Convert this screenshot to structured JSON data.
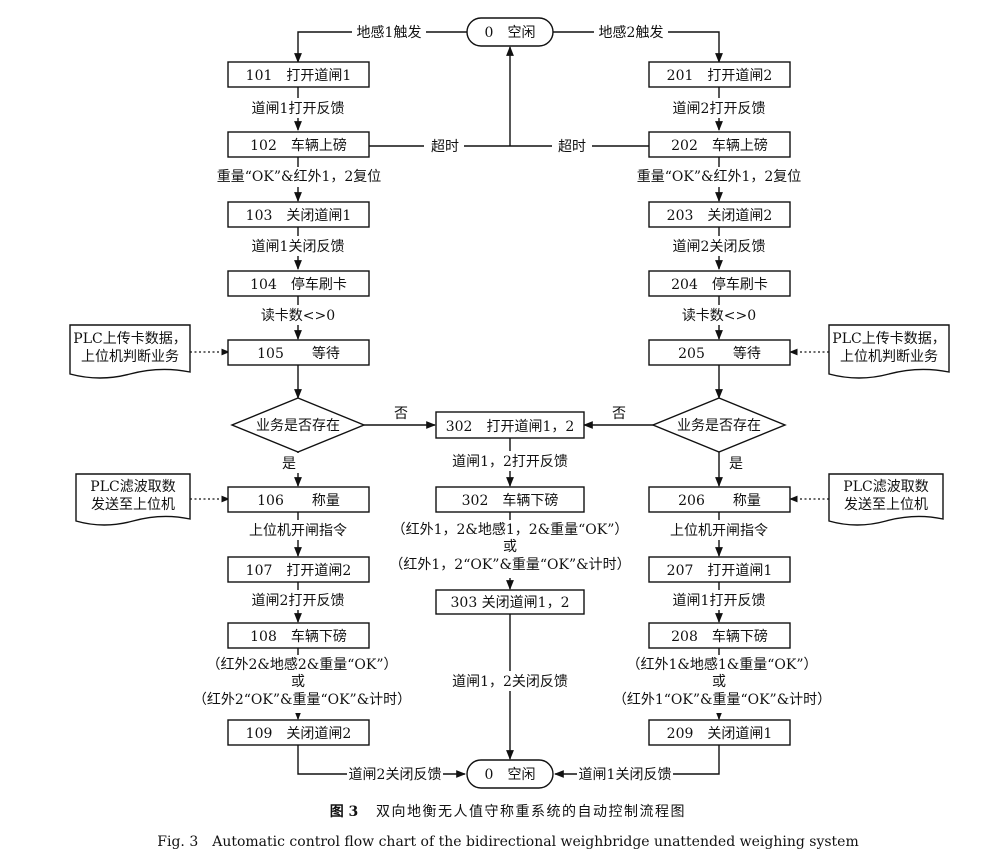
{
  "states": {
    "idle_top": "0　空闲",
    "s101": "101　打开道闸1",
    "s102": "102　车辆上磅",
    "s103": "103　关闭道闸1",
    "s104": "104　停车刷卡",
    "s105": "105　　等待",
    "s106": "106　　称量",
    "s107": "107　打开道闸2",
    "s108": "108　车辆下磅",
    "s109": "109　关闭道闸2",
    "s201": "201　打开道闸2",
    "s202": "202　车辆上磅",
    "s203": "203　关闭道闸2",
    "s204": "204　停车刷卡",
    "s205": "205　　等待",
    "s206": "206　　称量",
    "s207": "207　打开道闸1",
    "s208": "208　车辆下磅",
    "s209": "209　关闭道闸1",
    "s302a": "302　打开道闸1，2",
    "s302b": "302　车辆下磅",
    "s303": "303 关闭道闸1，2",
    "idle_bottom": "0　空闲"
  },
  "decisions": {
    "left": "业务是否存在",
    "right": "业务是否存在"
  },
  "labels": {
    "sensor1_trigger": "地感1触发",
    "sensor2_trigger": "地感2触发",
    "gate1_open_fb_left": "道闸1打开反馈",
    "gate2_open_fb_right": "道闸2打开反馈",
    "timeout_left": "超时",
    "timeout_right": "超时",
    "weight_ok_left": "重量“OK”&红外1，2复位",
    "weight_ok_right": "重量“OK”&红外1，2复位",
    "gate1_close_fb_left": "道闸1关闭反馈",
    "gate2_close_fb_right": "道闸2关闭反馈",
    "card_count_left": "读卡数<>0",
    "card_count_right": "读卡数<>0",
    "no_left": "否",
    "no_right": "否",
    "yes_left": "是",
    "yes_right": "是",
    "gate12_open_fb": "道闸1，2打开反馈",
    "center_cond_1": "（红外1，2&地感1，2&重量“OK”）",
    "center_or": "或",
    "center_cond_2": "（红外1，2“OK”&重量“OK”&计时）",
    "host_cmd_left": "上位机开闸指令",
    "host_cmd_right": "上位机开闸指令",
    "gate2_open_fb_left": "道闸2打开反馈",
    "gate1_open_fb_right": "道闸1打开反馈",
    "left_cond_1": "（红外2&地感2&重量“OK”）",
    "left_or": "或",
    "left_cond_2": "（红外2“OK”&重量“OK”&计时）",
    "right_cond_1": "（红外1&地感1&重量“OK”）",
    "right_or": "或",
    "right_cond_2": "（红外1“OK”&重量“OK”&计时）",
    "gate12_close_fb": "道闸1，2关闭反馈",
    "gate2_close_fb_bottom": "道闸2关闭反馈",
    "gate1_close_fb_bottom": "道闸1关闭反馈"
  },
  "notes": {
    "plc_card_left_1": "PLC上传卡数据，",
    "plc_card_left_2": "上位机判断业务",
    "plc_card_right_1": "PLC上传卡数据，",
    "plc_card_right_2": "上位机判断业务",
    "plc_filter_left_1": "PLC滤波取数",
    "plc_filter_left_2": "发送至上位机",
    "plc_filter_right_1": "PLC滤波取数",
    "plc_filter_right_2": "发送至上位机"
  },
  "caption": {
    "cn_label": "图 3",
    "cn_title": "双向地衡无人值守称重系统的自动控制流程图",
    "en": "Fig. 3　Automatic control flow chart of the bidirectional weighbridge unattended weighing system"
  }
}
